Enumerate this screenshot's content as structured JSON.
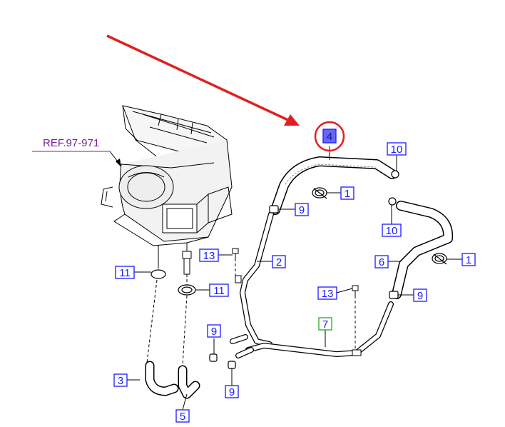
{
  "ref_label": "REF.97-971",
  "callouts": {
    "c1a": "1",
    "c1b": "1",
    "c2": "2",
    "c3": "3",
    "c4": "4",
    "c5": "5",
    "c6": "6",
    "c7": "7",
    "c9a": "9",
    "c9b": "9",
    "c9c": "9",
    "c9d": "9",
    "c10a": "10",
    "c10b": "10",
    "c11a": "11",
    "c11b": "11",
    "c13a": "13",
    "c13b": "13"
  },
  "colors": {
    "callout": "#1a1aff",
    "callout_highlight": "#6666ff",
    "ref": "#7a1fa2",
    "arrow": "#e02020",
    "circle": "#e02020",
    "callout_green": "#22aa22"
  }
}
